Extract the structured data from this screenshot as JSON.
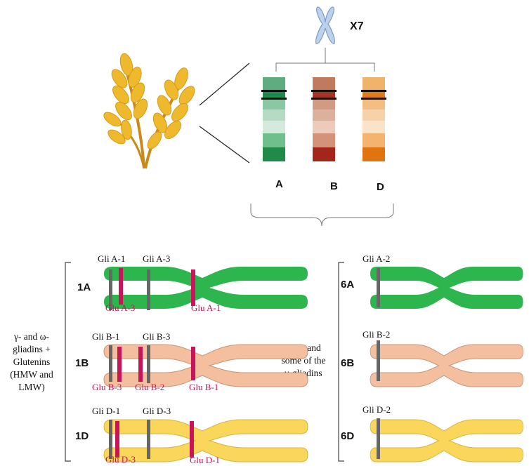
{
  "top": {
    "chromosome_label": "X7",
    "genome_labels": [
      "A",
      "B",
      "D"
    ],
    "genome_colors": {
      "A": "#2e9b5e",
      "B": "#b5452f",
      "D": "#e07b16"
    },
    "icons": [
      "wheat-icon",
      "chromosome-icon"
    ]
  },
  "left_side_text": [
    "γ- and ω-",
    "gliadins +",
    "Glutenins",
    "(HMW and",
    "LMW)"
  ],
  "middle_side_text": [
    "α-/β- and",
    "some of the",
    "γ-gliadins"
  ],
  "group1": [
    {
      "label": "1A",
      "color": "#2db54e",
      "top_loci": [
        "Gli A-1",
        "Gli A-3"
      ],
      "bottom_loci": [
        "Glu A-3",
        "Glu A-1"
      ]
    },
    {
      "label": "1B",
      "color": "#f4bf9e",
      "top_loci": [
        "Gli B-1",
        "Gli B-3"
      ],
      "bottom_loci": [
        "Glu B-3",
        "Glu B-2",
        "Glu B-1"
      ]
    },
    {
      "label": "1D",
      "color": "#fad65a",
      "top_loci": [
        "Gli D-1",
        "Gli D-3"
      ],
      "bottom_loci": [
        "Glu D-3",
        "Glu D-1"
      ]
    }
  ],
  "group6": [
    {
      "label": "6A",
      "color": "#2db54e",
      "top_loci": [
        "Gli A-2"
      ]
    },
    {
      "label": "6B",
      "color": "#f4bf9e",
      "top_loci": [
        "Gli B-2"
      ]
    },
    {
      "label": "6D",
      "color": "#fad65a",
      "top_loci": [
        "Gli D-2"
      ]
    }
  ],
  "marker_colors": {
    "gli": "#666666",
    "glu": "#c8155a"
  }
}
